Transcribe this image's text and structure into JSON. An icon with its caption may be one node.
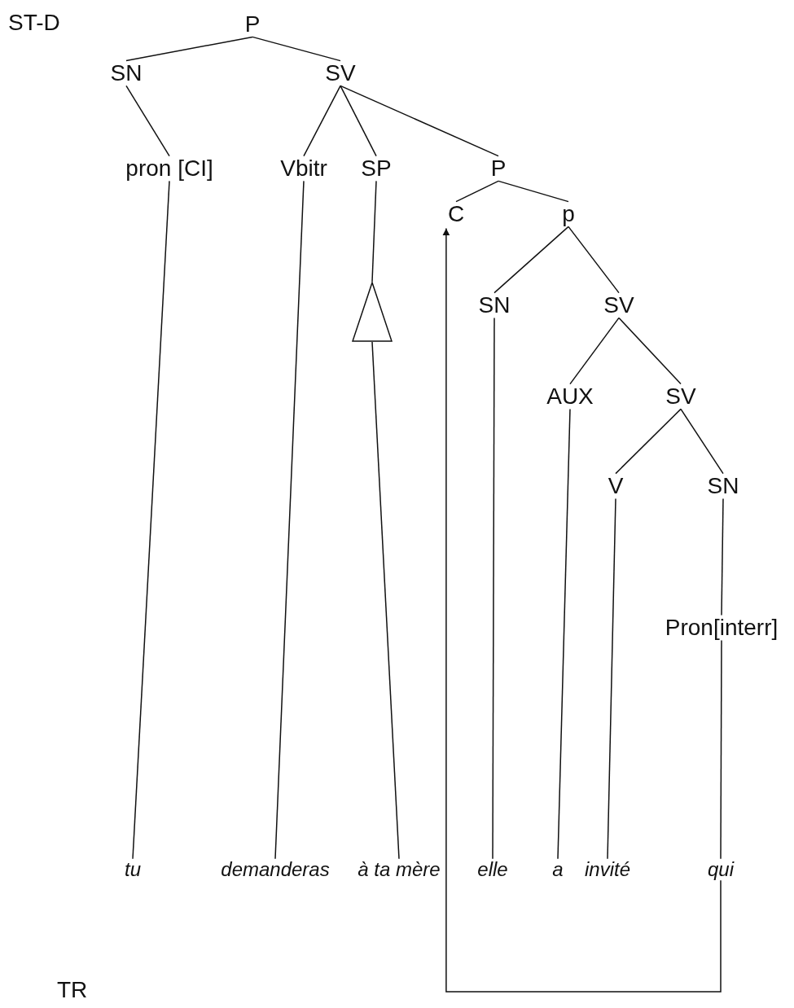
{
  "diagram": {
    "nodes": [
      {
        "text": [
          "P"
        ]
      },
      {
        "text": [
          "SN"
        ]
      },
      {
        "text": [
          "SV"
        ]
      },
      {
        "text": [
          "pron [CI]"
        ]
      },
      {
        "text": [
          "Vbitr"
        ]
      },
      {
        "text": [
          "SP"
        ]
      },
      {
        "text": [
          "P"
        ]
      },
      {
        "text": [
          "C"
        ]
      },
      {
        "text": [
          "p"
        ]
      },
      {
        "text": [
          "SN"
        ]
      },
      {
        "text": [
          "SV"
        ]
      },
      {
        "text": [
          "AUX"
        ]
      },
      {
        "text": [
          "SV"
        ]
      },
      {
        "text": [
          "V"
        ]
      },
      {
        "text": [
          "SN"
        ]
      },
      {
        "text": [
          "Pron[interr]"
        ]
      },
      {
        "text": [
          "tu"
        ]
      },
      {
        "text": [
          "demanderas"
        ]
      },
      {
        "text": [
          "à ta mère"
        ]
      },
      {
        "text": [
          "elle"
        ]
      },
      {
        "text": [
          "a"
        ]
      },
      {
        "text": [
          "invité"
        ]
      },
      {
        "text": [
          "qui"
        ]
      },
      {
        "text": [],
        "shape": "triangle"
      }
    ],
    "edges": [
      {
        "from": 0,
        "to": 1,
        "arrow": "none"
      },
      {
        "from": 0,
        "to": 2,
        "arrow": "none"
      },
      {
        "from": 1,
        "to": 3,
        "arrow": "none"
      },
      {
        "from": 2,
        "to": 4,
        "arrow": "none"
      },
      {
        "from": 2,
        "to": 5,
        "arrow": "none"
      },
      {
        "from": 2,
        "to": 6,
        "arrow": "none"
      },
      {
        "from": 6,
        "to": 7,
        "arrow": "none"
      },
      {
        "from": 6,
        "to": 8,
        "arrow": "none"
      },
      {
        "from": 8,
        "to": 9,
        "arrow": "none"
      },
      {
        "from": 8,
        "to": 10,
        "arrow": "none"
      },
      {
        "from": 10,
        "to": 11,
        "arrow": "none"
      },
      {
        "from": 10,
        "to": 12,
        "arrow": "none"
      },
      {
        "from": 12,
        "to": 13,
        "arrow": "none"
      },
      {
        "from": 12,
        "to": 14,
        "arrow": "none"
      },
      {
        "from": 14,
        "to": 15,
        "arrow": "none"
      },
      {
        "from": 3,
        "to": 16,
        "arrow": "none"
      },
      {
        "from": 4,
        "to": 17,
        "arrow": "none"
      },
      {
        "from": 5,
        "to": 23,
        "arrow": "none"
      },
      {
        "from": 23,
        "to": 18,
        "arrow": "none"
      },
      {
        "from": 9,
        "to": 19,
        "arrow": "none"
      },
      {
        "from": 11,
        "to": 20,
        "arrow": "none"
      },
      {
        "from": 13,
        "to": 21,
        "arrow": "none"
      },
      {
        "from": 15,
        "to": 22,
        "arrow": "none"
      },
      {
        "from": 22,
        "to": 7,
        "arrow": "to"
      }
    ],
    "labels": [
      "ST-D",
      "TR"
    ]
  }
}
